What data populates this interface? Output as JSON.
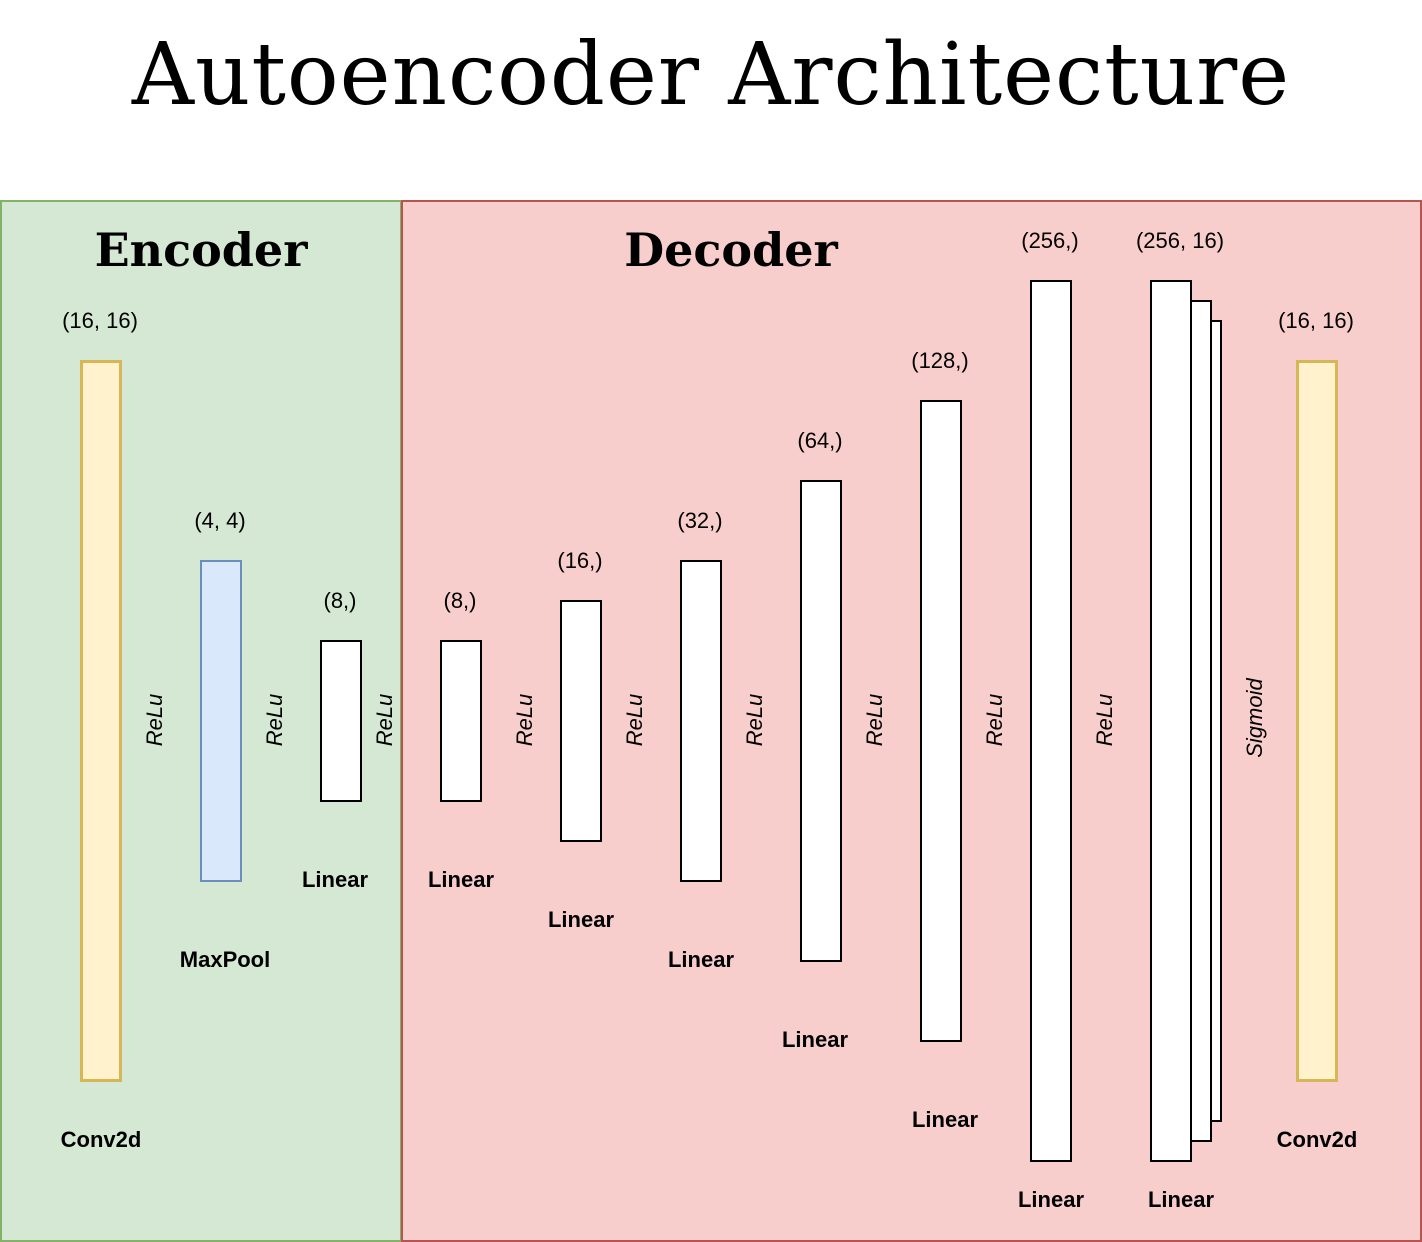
{
  "title": "Autoencoder Architecture",
  "encoder": {
    "title": "Encoder",
    "layers": [
      {
        "shape": "(16, 16)",
        "type": "Conv2d"
      },
      {
        "shape": "(4, 4)",
        "type": "MaxPool"
      },
      {
        "shape": "(8,)",
        "type": "Linear"
      }
    ],
    "activations": [
      "ReLu",
      "ReLu",
      "ReLu"
    ]
  },
  "decoder": {
    "title": "Decoder",
    "layers": [
      {
        "shape": "(8,)",
        "type": "Linear"
      },
      {
        "shape": "(16,)",
        "type": "Linear"
      },
      {
        "shape": "(32,)",
        "type": "Linear"
      },
      {
        "shape": "(64,)",
        "type": "Linear"
      },
      {
        "shape": "(128,)",
        "type": "Linear"
      },
      {
        "shape": "(256,)",
        "type": "Linear"
      },
      {
        "shape": "(256, 16)",
        "type": "Linear"
      },
      {
        "shape": "(16, 16)",
        "type": "Conv2d"
      }
    ],
    "activations": [
      "ReLu",
      "ReLu",
      "ReLu",
      "ReLu",
      "ReLu",
      "ReLu",
      "Sigmoid"
    ]
  },
  "colors": {
    "encoder_fill": "#d5e8d4",
    "encoder_border": "#82b366",
    "decoder_fill": "#f8cecc",
    "decoder_border": "#b85450",
    "conv_fill": "#fff2cc",
    "conv_border": "#d6b656",
    "pool_fill": "#dae8fc",
    "pool_border": "#6c8ebf"
  }
}
